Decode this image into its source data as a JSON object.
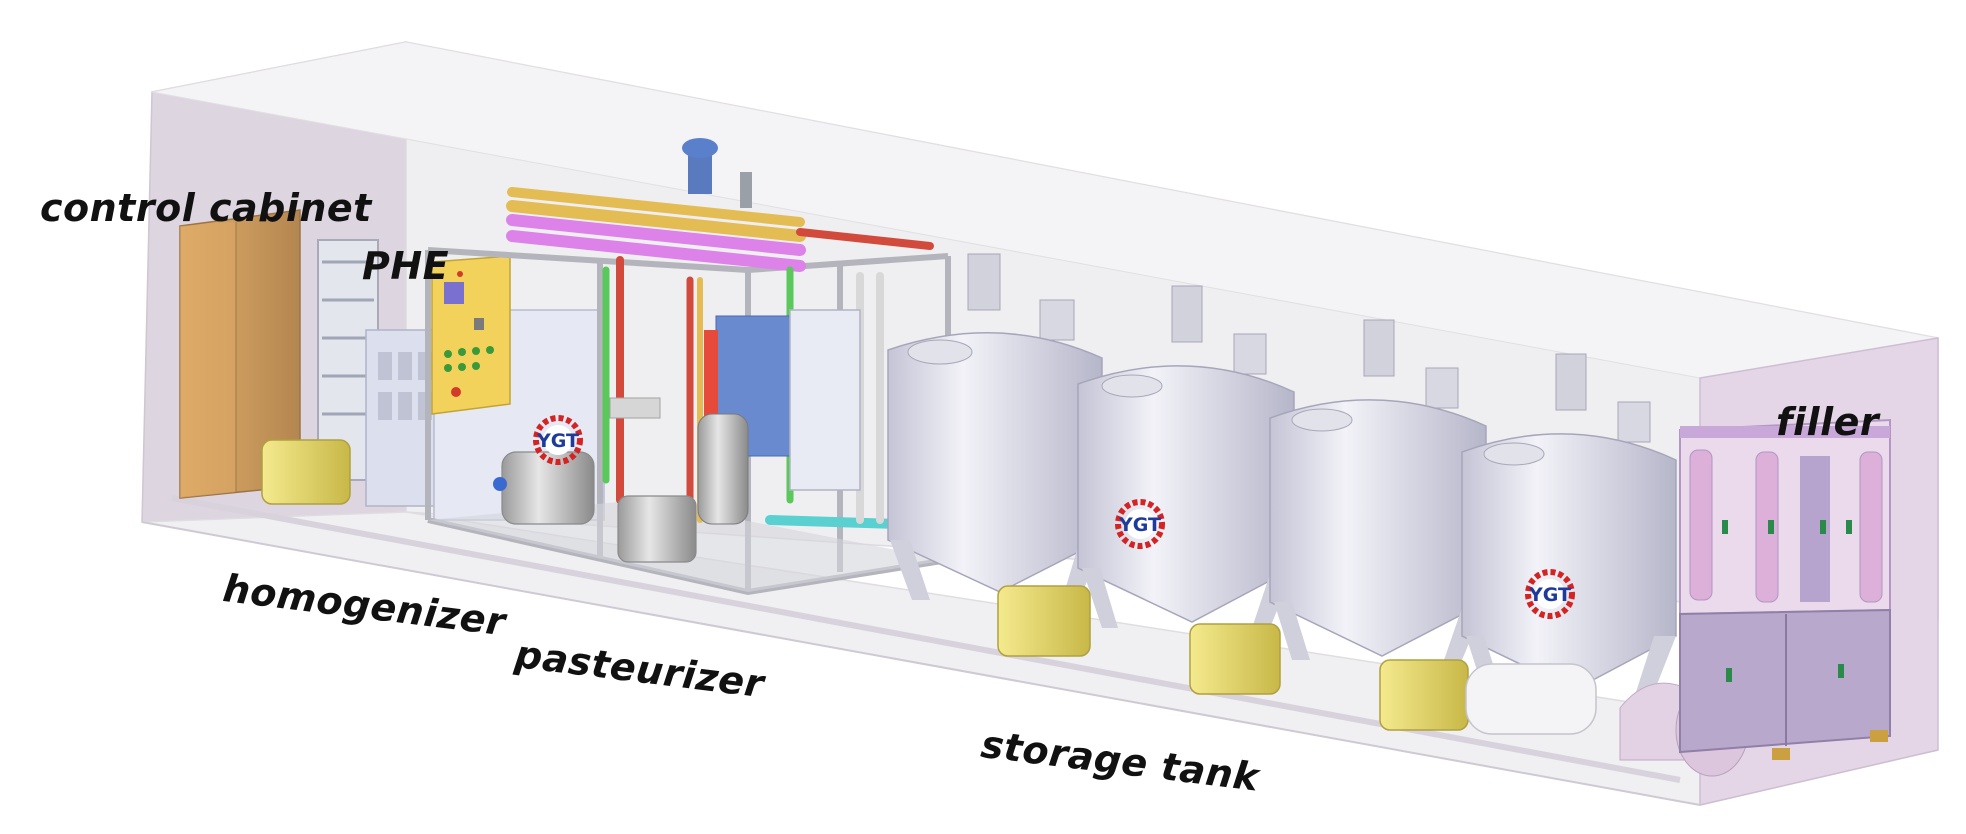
{
  "labels": {
    "control_cabinet": "control cabinet",
    "phe": "PHE",
    "homogenizer": "homogenizer",
    "pasteurizer": "pasteurizer",
    "storage_tank": "storage tank",
    "filler": "filler"
  },
  "logo": {
    "text": "YGT",
    "gear_color": "#d42323",
    "text_color": "#1e3a9a"
  },
  "colors": {
    "container_wall": "#e6dfe8",
    "cabinet": "#d6a25e",
    "tank": "#dcdce8",
    "motor": "#e6da6a",
    "pipe_violet": "#dc82e8",
    "pipe_orange": "#e8c25a",
    "pipe_green": "#5ac85a",
    "pipe_red": "#d24a3c",
    "control_panel": "#f2d25a",
    "filler_frame": "#c8a8d8"
  }
}
